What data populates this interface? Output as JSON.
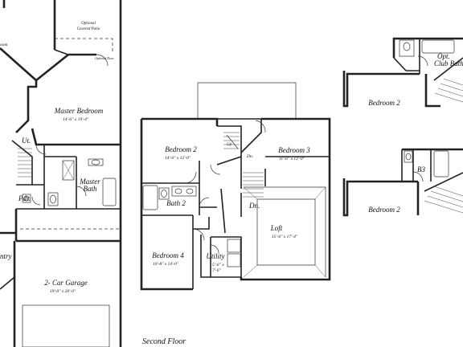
{
  "first_floor": {
    "rooms": {
      "room_left_partial": "oom",
      "covered_patio": [
        "Optional",
        "Covered Patio"
      ],
      "optional_door": "Optional Door",
      "master_bedroom": {
        "name": "Master Bedroom",
        "dim": "14'-6\" x 19'-4\""
      },
      "master_bath": [
        "Master",
        "Bath"
      ],
      "powder": "Pdr.",
      "utility_partial": "Ut.",
      "entry_partial": "ntry",
      "garage": {
        "name": "2- Car Garage",
        "dim": "19'-0\" x 20'-0\""
      }
    }
  },
  "second_floor": {
    "title": "Second Floor",
    "rooms": {
      "bedroom2": {
        "name": "Bedroom 2",
        "dim": "14'-6\" x 12'-0\""
      },
      "bedroom3": {
        "name": "Bedroom 3",
        "dim": "11'-6\" x 12'-0\""
      },
      "bath2": "Bath 2",
      "bedroom4": {
        "name": "Bedroom 4",
        "dim": "10'-8\" x 14'-0\""
      },
      "utility": {
        "name": "Utility",
        "dim": [
          "5'-6\" x",
          "7'-6\""
        ]
      },
      "loft": {
        "name": "Loft",
        "dim": "15'-6\" x 17'-4\""
      },
      "stair_dn_1": "Dn.",
      "stair_dn_2": "Dn.",
      "stair_up": "Up"
    }
  },
  "options": {
    "option_a": {
      "bath_label": [
        "Opt.",
        "Club Bath"
      ],
      "bedroom": "Bedroom 2"
    },
    "option_b": {
      "bath_label": "B3",
      "bedroom": "Bedroom 2"
    }
  }
}
